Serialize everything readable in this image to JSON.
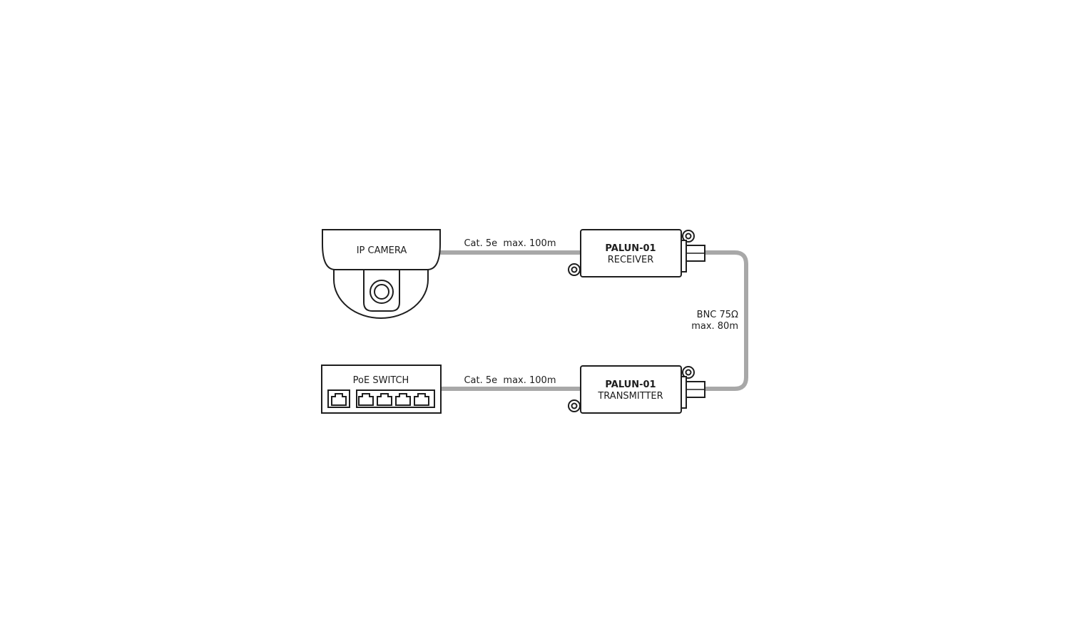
{
  "camera": {
    "label": "IP CAMERA"
  },
  "switch": {
    "label": "PoE SWITCH"
  },
  "receiver": {
    "model": "PALUN-01",
    "role": "RECEIVER"
  },
  "transmitter": {
    "model": "PALUN-01",
    "role": "TRANSMITTER"
  },
  "cable_top": {
    "label": "Cat. 5e  max. 100m"
  },
  "cable_bottom": {
    "label": "Cat. 5e  max. 100m"
  },
  "coax": {
    "line1": "BNC 75Ω",
    "line2": "max. 80m"
  },
  "colors": {
    "cable": "#a8a8a8",
    "outline": "#1e1e1e"
  }
}
